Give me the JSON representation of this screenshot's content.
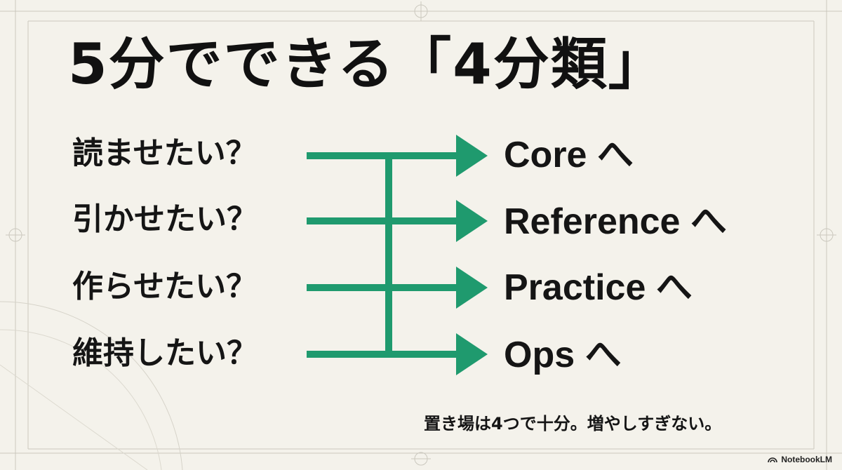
{
  "title": "5分でできる「4分類」",
  "rows": [
    {
      "question": "読ませたい？",
      "destination": "Core へ"
    },
    {
      "question": "引かせたい？",
      "destination": "Reference へ"
    },
    {
      "question": "作らせたい？",
      "destination": "Practice へ"
    },
    {
      "question": "維持したい？",
      "destination": "Ops へ"
    }
  ],
  "note": "置き場は4つで十分。増やしすぎない。",
  "brand": {
    "name": "NotebookLM",
    "icon": "notebooklm-logo-icon"
  },
  "colors": {
    "background": "#f4f2eb",
    "text": "#151515",
    "arrow": "#1f9a6e",
    "frame": "#c9c6bc"
  }
}
